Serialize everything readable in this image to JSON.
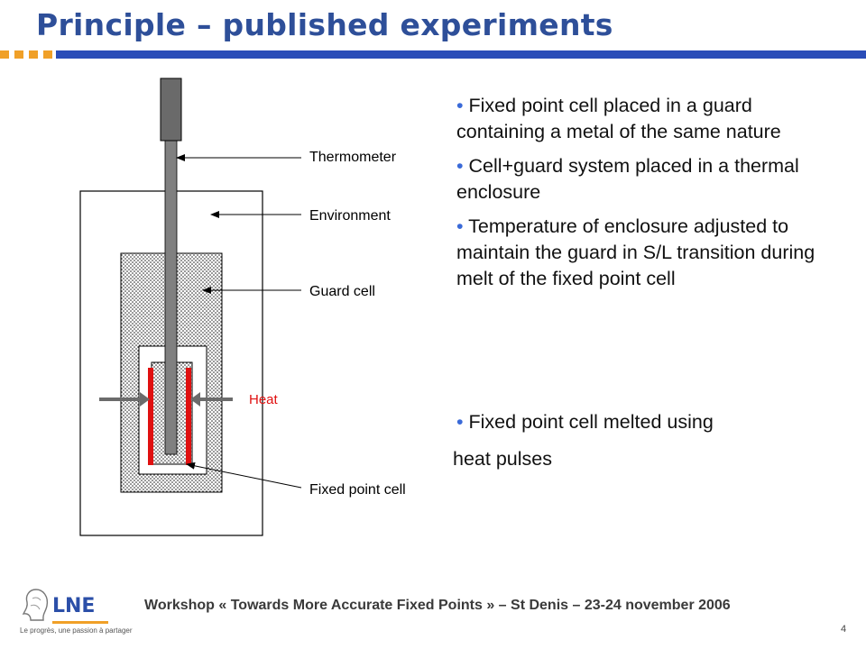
{
  "title": "Principle – published experiments",
  "diagram": {
    "labels": {
      "thermometer": "Thermometer",
      "environment": "Environment",
      "guard_cell": "Guard cell",
      "fixed_point_cell": "Fixed point cell",
      "heat": "Heat"
    },
    "colors": {
      "heater": "#e01010",
      "heat_label": "#e01010",
      "arrow": "#6b6b6b"
    }
  },
  "bullets": [
    "Fixed point cell placed in a guard containing a metal of the same nature",
    "Cell+guard system placed in a thermal enclosure",
    "Temperature of enclosure adjusted to maintain the guard in S/L transition during melt of the fixed point cell"
  ],
  "bullet4": {
    "line1": "Fixed point cell melted using",
    "line2": "heat pulses"
  },
  "footer": "Workshop « Towards More Accurate Fixed Points » – St Denis – 23-24 november 2006",
  "page_number": "4",
  "logo": {
    "name": "LNE",
    "tagline": "Le progrès, une passion à partager"
  },
  "colors": {
    "title": "#2e4f99",
    "title_bar": "#2a4db8",
    "squares": "#f0a028"
  }
}
